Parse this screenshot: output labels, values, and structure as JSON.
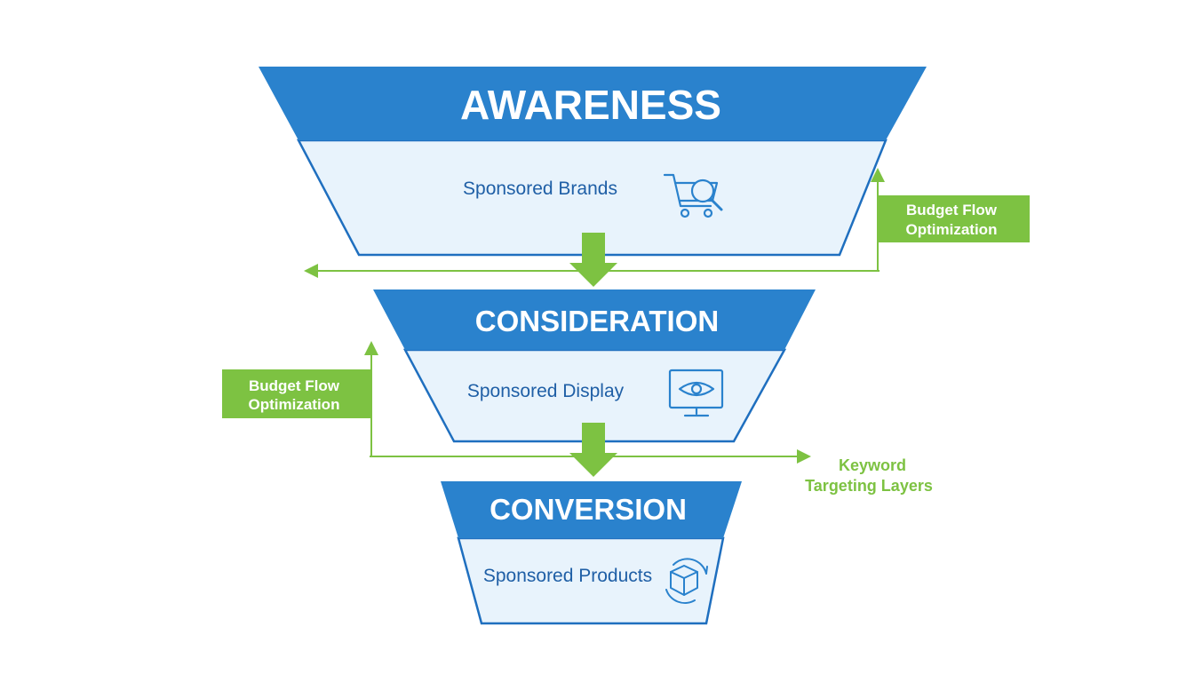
{
  "colors": {
    "header_blue": "#2a82cd",
    "panel_fill": "#e8f3fc",
    "outline_blue": "#1f6fbf",
    "text_blue": "#1f5fa6",
    "accent_green": "#7dc242"
  },
  "stages": [
    {
      "title": "AWARENESS",
      "channel": "Sponsored Brands",
      "icon": "shopping-cart-search-icon"
    },
    {
      "title": "CONSIDERATION",
      "channel": "Sponsored Display",
      "icon": "monitor-eye-icon"
    },
    {
      "title": "CONVERSION",
      "channel": "Sponsored Products",
      "icon": "box-refresh-icon"
    }
  ],
  "annotations": {
    "budget_flow_right": [
      "Budget Flow",
      "Optimization"
    ],
    "budget_flow_left": [
      "Budget Flow",
      "Optimization"
    ],
    "keyword_layers": [
      "Keyword",
      "Targeting Layers"
    ]
  }
}
